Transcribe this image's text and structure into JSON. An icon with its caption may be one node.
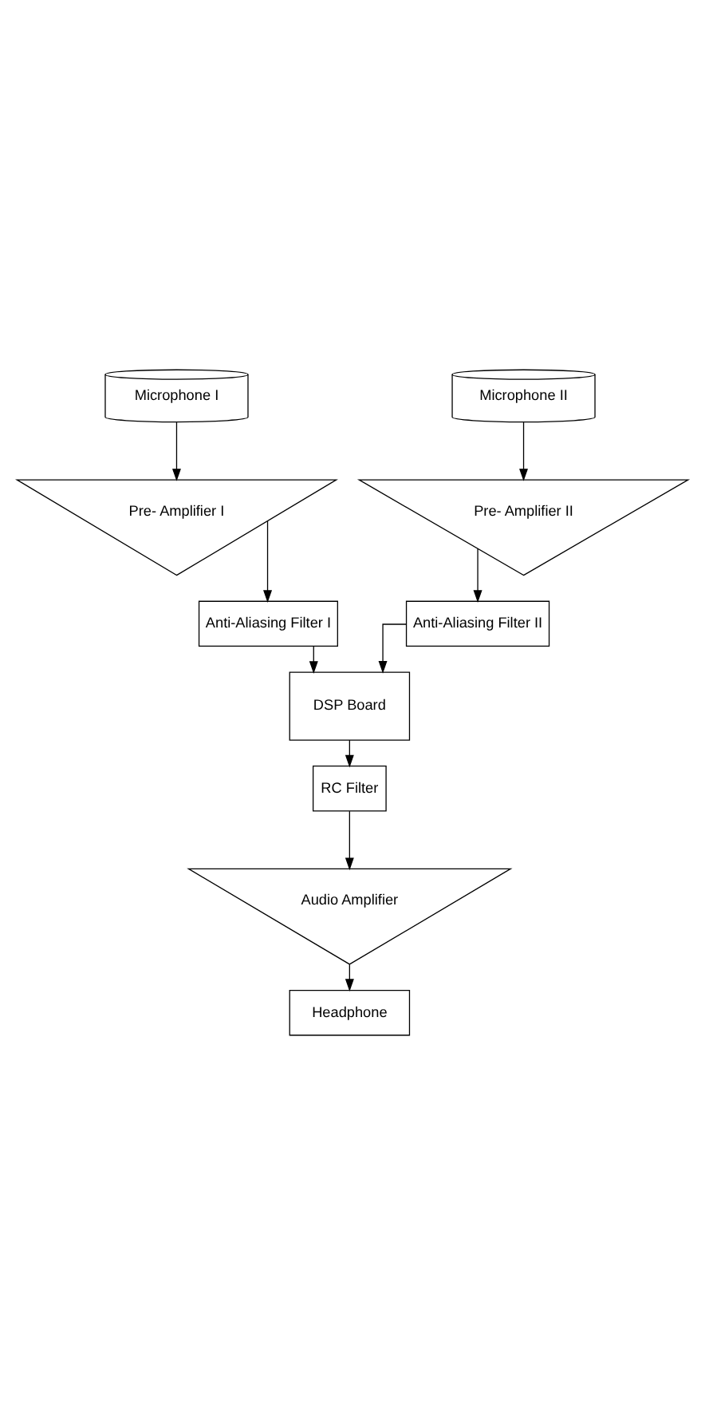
{
  "diagram": {
    "nodes": [
      {
        "text": [
          "Microphone I"
        ]
      },
      {
        "text": [
          "Microphone II"
        ]
      },
      {
        "text": [
          "Pre- Amplifier I"
        ]
      },
      {
        "text": [
          "Pre- Amplifier II"
        ]
      },
      {
        "text": [
          "Anti-Aliasing Filter I"
        ]
      },
      {
        "text": [
          "Anti-Aliasing Filter II"
        ]
      },
      {
        "text": [
          "DSP Board"
        ]
      },
      {
        "text": [
          "RC Filter"
        ]
      },
      {
        "text": [
          "Audio Amplifier"
        ]
      },
      {
        "text": [
          "Headphone"
        ]
      }
    ],
    "edges": [
      {
        "from": 0,
        "to": 2,
        "arrow": "to"
      },
      {
        "from": 1,
        "to": 3,
        "arrow": "to"
      },
      {
        "from": 2,
        "to": 4,
        "arrow": "to"
      },
      {
        "from": 3,
        "to": 5,
        "arrow": "to"
      },
      {
        "from": 4,
        "to": 6,
        "arrow": "to"
      },
      {
        "from": 5,
        "to": 6,
        "arrow": "to"
      },
      {
        "from": 6,
        "to": 7,
        "arrow": "to"
      },
      {
        "from": 7,
        "to": 8,
        "arrow": "to"
      },
      {
        "from": 8,
        "to": 9,
        "arrow": "to"
      }
    ]
  }
}
